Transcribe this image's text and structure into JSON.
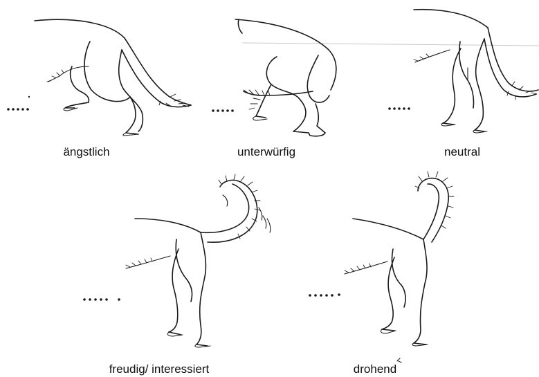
{
  "panels": [
    {
      "caption": "ängstlich",
      "tail": "tucked-low",
      "icon": "dog-hindquarters-anxious"
    },
    {
      "caption": "unterwürfig",
      "tail": "tucked-between-legs",
      "icon": "dog-hindquarters-submissive"
    },
    {
      "caption": "neutral",
      "tail": "hanging-relaxed",
      "icon": "dog-hindquarters-neutral"
    },
    {
      "caption": "freudig/ interessiert",
      "tail": "raised-wagging",
      "icon": "dog-hindquarters-happy"
    },
    {
      "caption": "drohend",
      "tail": "raised-stiff",
      "icon": "dog-hindquarters-threatening"
    }
  ],
  "colors": {
    "ink": "#1a1a1a",
    "background": "#ffffff"
  }
}
